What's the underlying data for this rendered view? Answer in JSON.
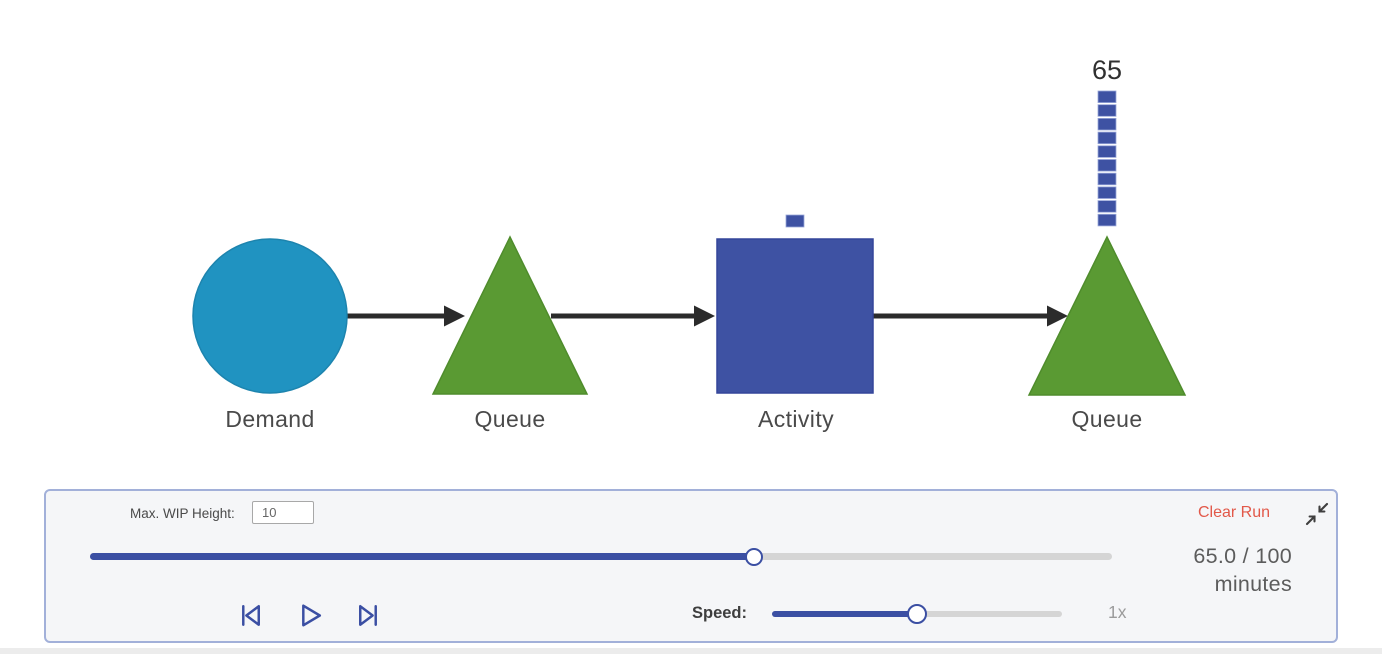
{
  "diagram": {
    "nodes": [
      {
        "label": "Demand",
        "type": "circle"
      },
      {
        "label": "Queue",
        "type": "triangle"
      },
      {
        "label": "Activity",
        "type": "square"
      },
      {
        "label": "Queue",
        "type": "triangle"
      }
    ],
    "wip_stack": {
      "count_label": "65",
      "blocks": 10
    },
    "activity_wip_blocks": 1,
    "colors": {
      "demand_fill": "#2093c1",
      "queue_fill": "#5a9a33",
      "activity_fill": "#3e52a3",
      "arrow": "#2b2b2b"
    }
  },
  "controls": {
    "max_wip": {
      "label": "Max. WIP Height:",
      "value": "10"
    },
    "clear_run_label": "Clear Run",
    "collapse_icon": "compress-arrows-icon",
    "timeline": {
      "percent": 65
    },
    "progress": {
      "value_label": "65.0 / 100",
      "unit_label": "minutes"
    },
    "playback_buttons": [
      "skip-to-start",
      "play",
      "skip-to-end"
    ],
    "speed": {
      "label": "Speed:",
      "percent": 50,
      "value_label": "1x"
    },
    "accent_color": "#3b4fa3",
    "clear_run_color": "#e25849",
    "panel_border_color": "#a2b0d9"
  }
}
